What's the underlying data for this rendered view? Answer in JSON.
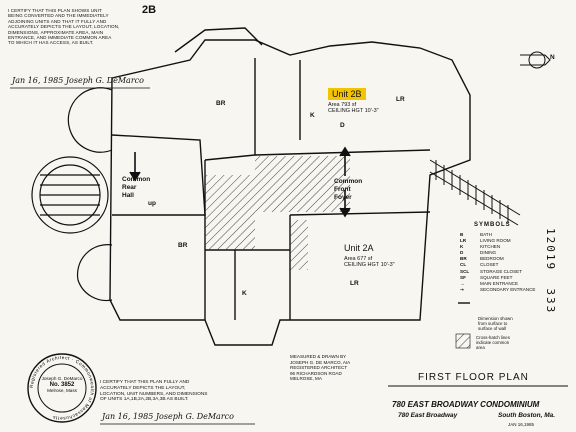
{
  "certificate_top": {
    "lines": [
      "I certify that this plan shows Unit",
      "being converted and the immediately",
      "adjoining units and that it fully and",
      "accurately depicts the layout, location,",
      "dimensions, approximate area, main",
      "entrance, and immediate common area",
      "to which it has access, as built."
    ],
    "unit_ref": "2B",
    "signature": "Jan 16, 1985 Joseph G. DeMarco"
  },
  "units": {
    "unit_2b": {
      "name": "Unit 2B",
      "area": "Area 793 sf",
      "ceiling": "CEILING HGT 10'-3\""
    },
    "unit_2a": {
      "name": "Unit 2A",
      "area": "Area 677 sf",
      "ceiling": "CEILING HGT 10'-3\""
    }
  },
  "rooms": {
    "br_2b": "BR",
    "lr_2b": "LR",
    "k_2b": "K",
    "d_2b": "D",
    "br_2a": "BR",
    "lr_2a": "LR",
    "k_2a": "K",
    "common_rear_hall": [
      "Common",
      "Rear",
      "Hall"
    ],
    "common_front_foyer": [
      "Common",
      "Front",
      "Foyer"
    ],
    "up": "up"
  },
  "symbols": {
    "title": "SYMBOLS",
    "items": [
      {
        "code": "B",
        "label": "Bath"
      },
      {
        "code": "LR",
        "label": "Living Room"
      },
      {
        "code": "K",
        "label": "Kitchen"
      },
      {
        "code": "D",
        "label": "Dining"
      },
      {
        "code": "BR",
        "label": "Bedroom"
      },
      {
        "code": "cl",
        "label": "Closet"
      },
      {
        "code": "scl",
        "label": "Storage Closet"
      },
      {
        "code": "sf",
        "label": "Square Feet"
      },
      {
        "code": "→",
        "label": "Main Entrance"
      },
      {
        "code": "⇢",
        "label": "Secondary Entrance"
      }
    ],
    "dims_note": [
      "Dimension shown",
      "from surface to",
      "surface of wall"
    ],
    "crosshatch_note": [
      "Cross-hatch lines",
      "indicate common",
      "area"
    ]
  },
  "surveyor": {
    "lines": [
      "Measured & drawn by",
      "Joseph G. De Marco, AIA",
      "Registered Architect",
      "96 Richardson Road",
      "Melrose, MA"
    ]
  },
  "seal": {
    "ring": "Registered Architect · Commonwealth of Massachusetts",
    "name": "Joseph G. DeMarco",
    "number": "No. 3852",
    "city": "Melrose, Mass"
  },
  "certificate_bottom": {
    "lines": [
      "I certify that this plan fully and",
      "accurately depicts the layout,",
      "location, unit numbers, and dimensions",
      "of units 1A,1B,2A,2B,3A,3B as built."
    ],
    "signature": "Jan 16, 1985 Joseph G. DeMarco"
  },
  "title_block": {
    "title": "FIRST FLOOR PLAN",
    "project": "780 EAST BROADWAY CONDOMINIUM",
    "address": "780 East Broadway",
    "city": "South Boston, Ma.",
    "date": "JAN 16,1985"
  },
  "margin_number": [
    "12019",
    "333"
  ],
  "north_label": "N"
}
